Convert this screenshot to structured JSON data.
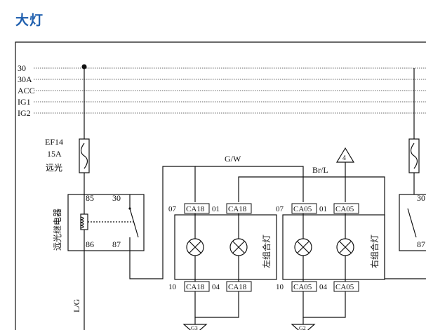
{
  "title": "大灯",
  "bus_lines": [
    "30",
    "30A",
    "ACC",
    "IG1",
    "IG2"
  ],
  "fuse": {
    "id": "EF14",
    "rating": "15A",
    "name": "远光"
  },
  "relay": {
    "name": "远光继电器",
    "pins": [
      "85",
      "30",
      "86",
      "87"
    ]
  },
  "right_relay_pins": [
    "30",
    "87"
  ],
  "wires": {
    "gw": "G/W",
    "brl": "Br/L",
    "lg": "L/G"
  },
  "ground_symbol": "4",
  "left_lamp": {
    "name": "左组合灯",
    "top_pins": [
      "07",
      "CA18",
      "01",
      "CA18"
    ],
    "bottom_pins": [
      "10",
      "CA18",
      "04",
      "CA18"
    ]
  },
  "right_lamp": {
    "name": "右组合灯",
    "top_pins": [
      "07",
      "CA05",
      "01",
      "CA05"
    ],
    "bottom_pins": [
      "10",
      "CA05",
      "04",
      "CA05"
    ]
  },
  "bottom_grounds": [
    "G3",
    "G2"
  ]
}
